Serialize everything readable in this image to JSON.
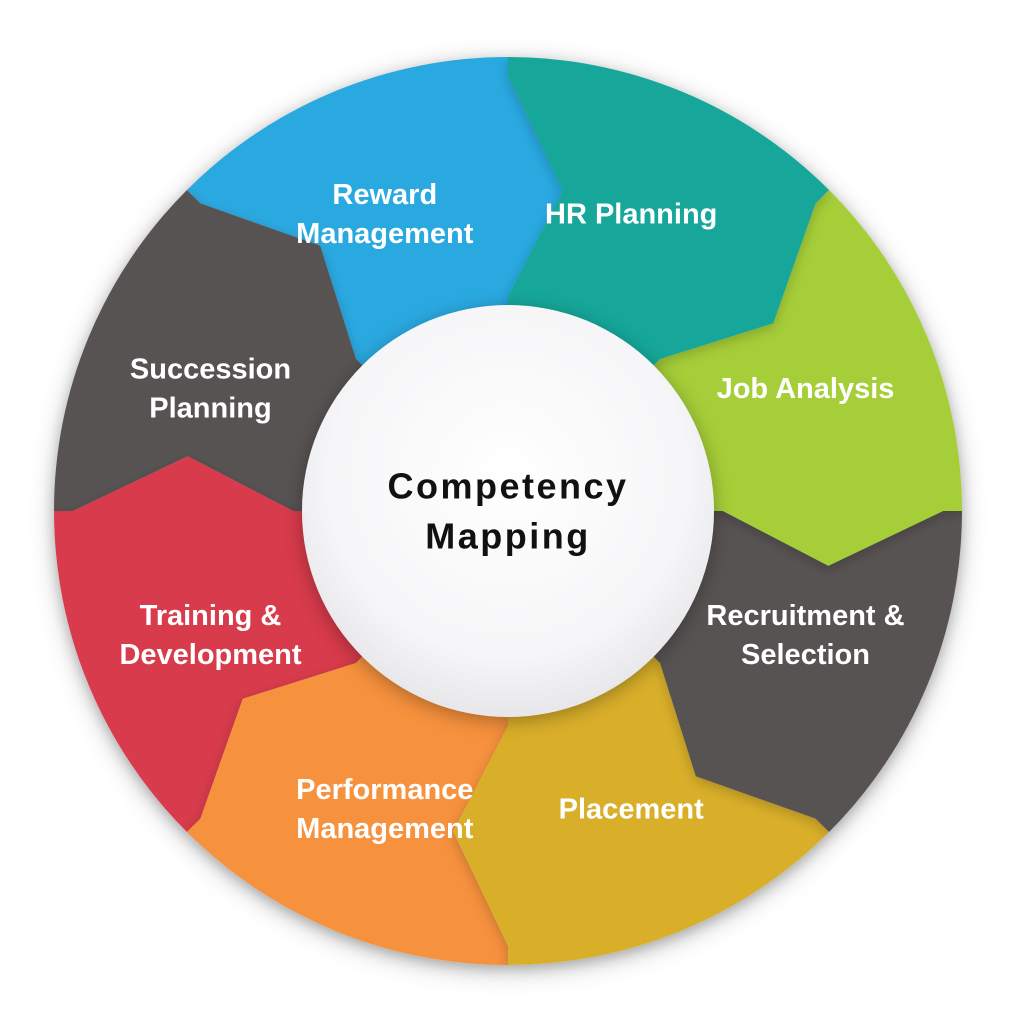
{
  "title": {
    "text": "Competency Mapping",
    "lines": [
      "Competency",
      "Mapping"
    ]
  },
  "diagram": {
    "type": "cycle-wheel",
    "direction": "clockwise",
    "center": {
      "label": "Competency Mapping",
      "lines": [
        "Competency",
        "Mapping"
      ],
      "fill": "#ffffff",
      "edge_fill": "#e3e3e7",
      "text_color": "#111111"
    },
    "label_color": "#ffffff",
    "segments": [
      {
        "label": "HR Planning",
        "lines": [
          "HR Planning"
        ],
        "color": "#12a79a"
      },
      {
        "label": "Job Analysis",
        "lines": [
          "Job Analysis"
        ],
        "color": "#a6ce39"
      },
      {
        "label": "Recruitment & Selection",
        "lines": [
          "Recruitment &",
          "Selection"
        ],
        "color": "#585353"
      },
      {
        "label": "Placement",
        "lines": [
          "Placement"
        ],
        "color": "#d9af2b"
      },
      {
        "label": "Performance Management",
        "lines": [
          "Performance",
          "Management"
        ],
        "color": "#f6913e"
      },
      {
        "label": "Training & Development",
        "lines": [
          "Training &",
          "Development"
        ],
        "color": "#d83a4c"
      },
      {
        "label": "Succession Planning",
        "lines": [
          "Succession",
          "Planning"
        ],
        "color": "#585353"
      },
      {
        "label": "Reward Management",
        "lines": [
          "Reward",
          "Management"
        ],
        "color": "#2ba9e1"
      }
    ]
  }
}
